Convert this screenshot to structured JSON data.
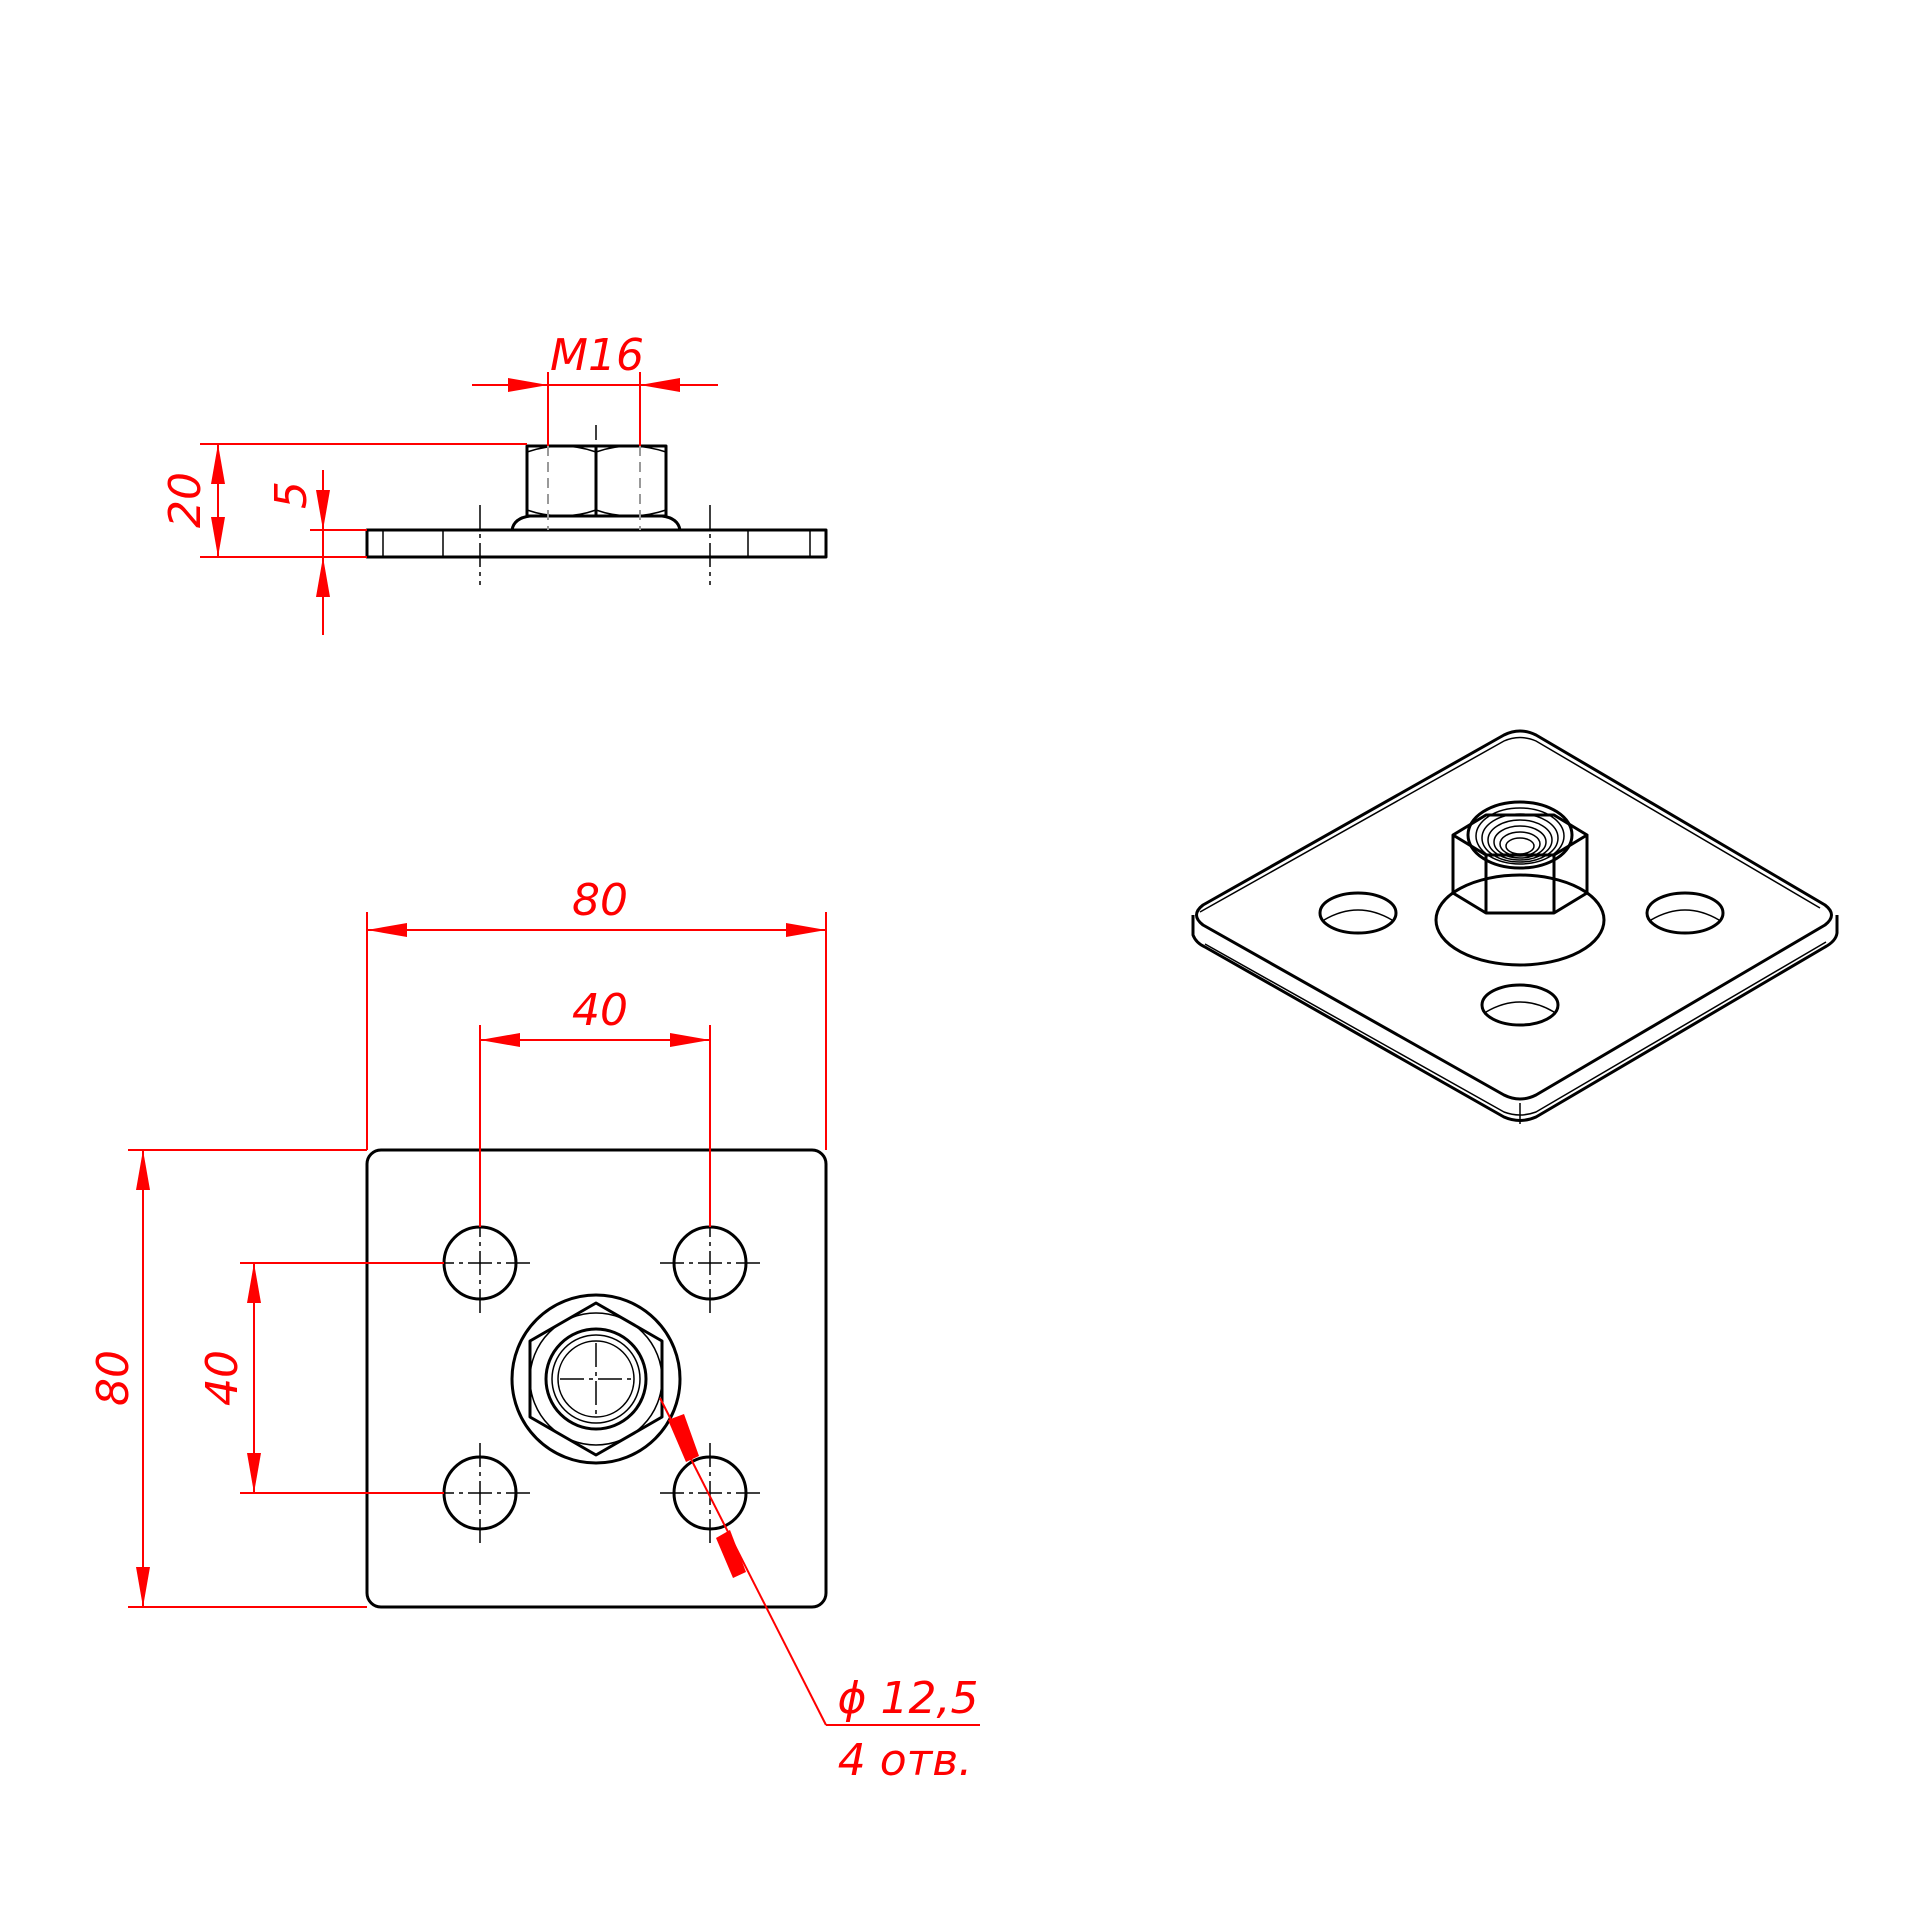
{
  "dimensions": {
    "thread": "M16",
    "height_total": "20",
    "plate_thickness": "5",
    "width": "80",
    "hole_spacing_x": "40",
    "height": "80",
    "hole_spacing_y": "40",
    "hole_diameter": "ϕ 12,5",
    "hole_count": "4 отв."
  },
  "colors": {
    "dimension": "#ff0000",
    "outline": "#000000"
  }
}
